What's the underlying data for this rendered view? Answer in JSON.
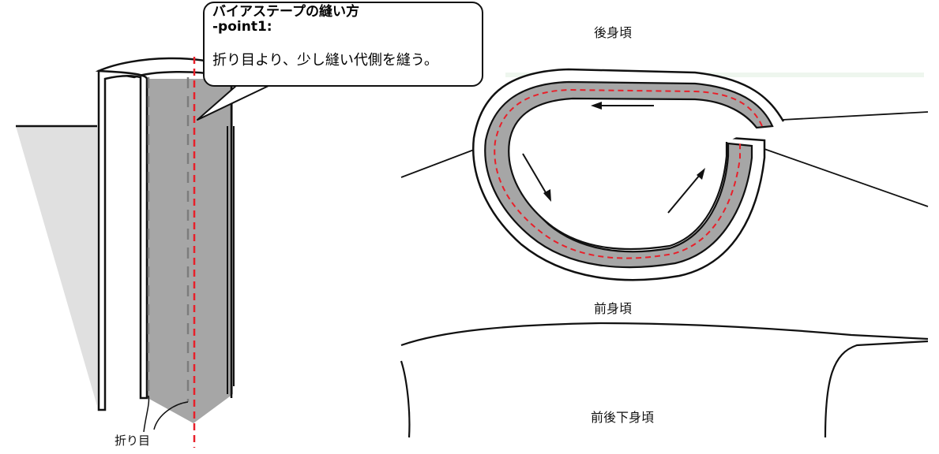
{
  "callout": {
    "title": "バイアステープの縫い方",
    "subtitle": "-point1:",
    "body": "折り目より、少し縫い代側を縫う。"
  },
  "labels": {
    "fold_line": "折り目",
    "back_bodice": "後身頃",
    "front_bodice": "前身頃",
    "lower_bodice": "前後下身頃"
  },
  "colors": {
    "tape_fill": "#a6a6a6",
    "stitch_line": "#e8202a",
    "fold_dash": "#7c7c7c",
    "outline": "#111111",
    "shadow": "#e0e0e0"
  }
}
